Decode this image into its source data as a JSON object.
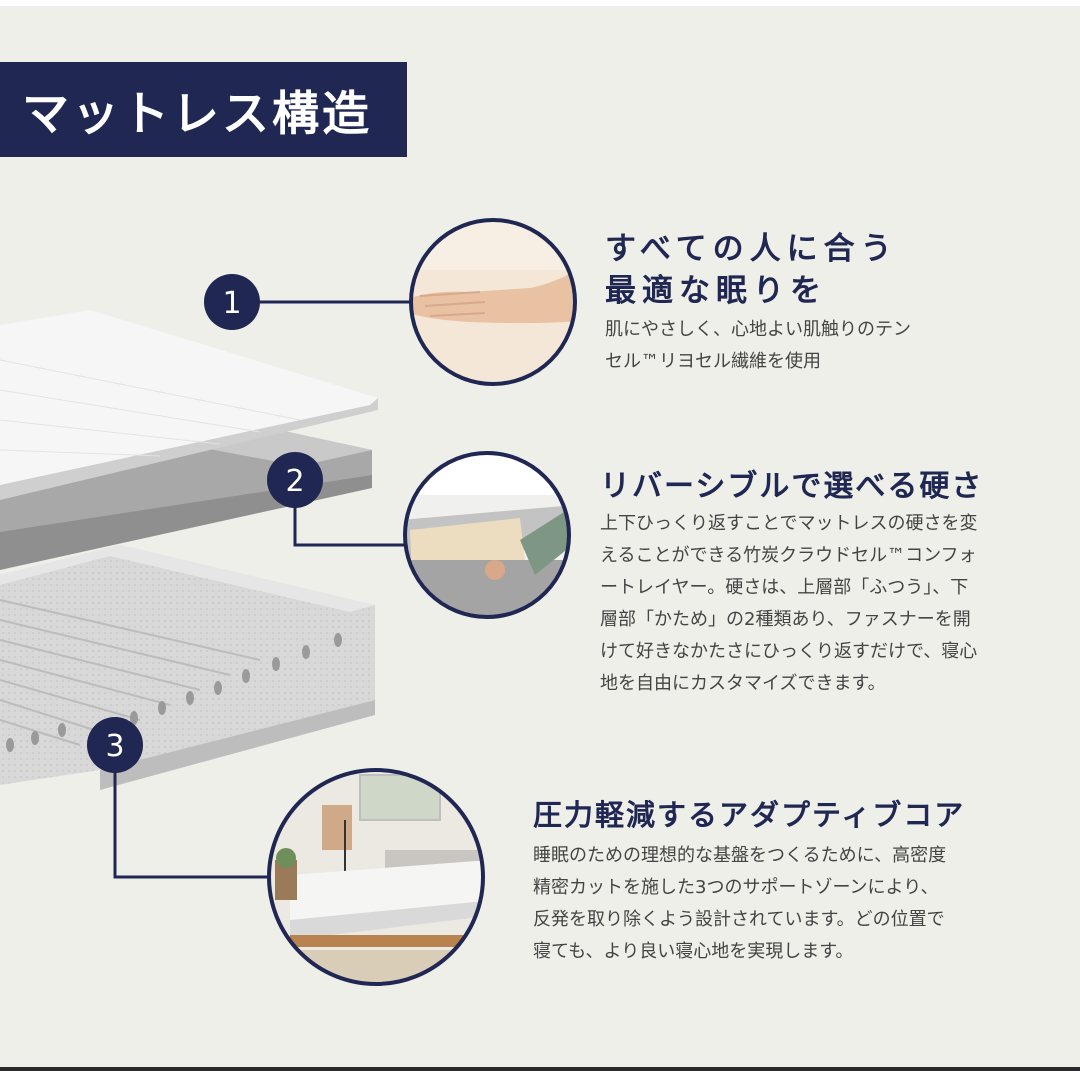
{
  "title": "マットレス構造",
  "features": [
    {
      "number": "1",
      "heading_line1": "すべての人に合う",
      "heading_line2": "最適な眠りを",
      "desc_line1": "肌にやさしく、心地よい肌触りのテン",
      "desc_line2": "セル™リヨセル繊維を使用"
    },
    {
      "number": "2",
      "heading": "リバーシブルで選べる硬さ",
      "desc_lines": [
        "上下ひっくり返すことでマットレスの硬さを変",
        "えることができる竹炭クラウドセル™コンフォ",
        "ートレイヤー。硬さは、上層部「ふつう」、下",
        "層部「かため」の2種類あり、ファスナーを開",
        "けて好きなかたさにひっくり返すだけで、寝心",
        "地を自由にカスタマイズできます。"
      ]
    },
    {
      "number": "3",
      "heading": "圧力軽減するアダプティブコア",
      "desc_lines": [
        "睡眠のための理想的な基盤をつくるために、高密度",
        "精密カットを施した3つのサポートゾーンにより、",
        "反発を取り除くよう設計されています。どの位置で",
        "寝ても、より良い寝心地を実現します。"
      ]
    }
  ],
  "colors": {
    "navy": "#1f2752",
    "background": "#efefe9",
    "text": "#444444"
  }
}
